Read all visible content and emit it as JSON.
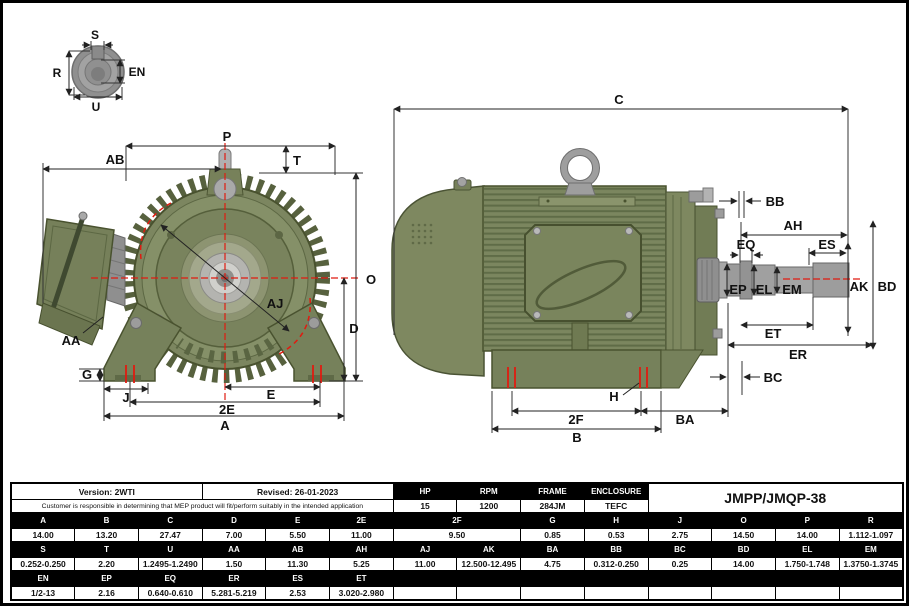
{
  "sheet": {
    "info": {
      "version": "Version: 2WTI",
      "revised": "Revised: 26-01-2023",
      "disclaimer": "Customer is responsible in determining that MEP product will fit/perform suitably in the intended application",
      "spec_headers": [
        "HP",
        "RPM",
        "FRAME",
        "ENCLOSURE"
      ],
      "spec_values": [
        "15",
        "1200",
        "284JM",
        "TEFC"
      ],
      "model": "JMPP/JMQP-38"
    },
    "dims": {
      "r1h": [
        "A",
        "B",
        "C",
        "D",
        "E",
        "2E",
        "2F",
        "G",
        "H",
        "J",
        "O",
        "P",
        "R"
      ],
      "r1v": [
        "14.00",
        "13.20",
        "27.47",
        "7.00",
        "5.50",
        "11.00",
        "9.50",
        "0.85",
        "0.53",
        "2.75",
        "14.50",
        "14.00",
        "1.112-1.097"
      ],
      "r2h": [
        "S",
        "T",
        "U",
        "AA",
        "AB",
        "AH",
        "AJ",
        "AK",
        "BA",
        "BB",
        "BC",
        "BD",
        "EL",
        "EM"
      ],
      "r2v": [
        "0.252-0.250",
        "2.20",
        "1.2495-1.2490",
        "1.50",
        "11.30",
        "5.25",
        "11.00",
        "12.500-12.495",
        "4.75",
        "0.312-0.250",
        "0.25",
        "14.00",
        "1.750-1.748",
        "1.3750-1.3745"
      ],
      "r3h": [
        "EN",
        "EP",
        "EQ",
        "ER",
        "ES",
        "ET"
      ],
      "r3v": [
        "1/2-13",
        "2.16",
        "0.640-0.610",
        "5.281-5.219",
        "2.53",
        "3.020-2.980"
      ]
    }
  },
  "labels": {
    "shaft_end": {
      "s": "S",
      "r": "R",
      "en": "EN",
      "u": "U"
    },
    "front": {
      "p": "P",
      "t": "T",
      "ab": "AB",
      "o": "O",
      "d": "D",
      "aj": "AJ",
      "aa": "AA",
      "g": "G",
      "j": "J",
      "e": "E",
      "e2": "2E",
      "a": "A"
    },
    "side": {
      "c": "C",
      "bb": "BB",
      "ah": "AH",
      "eq": "EQ",
      "es": "ES",
      "ep": "EP",
      "el": "EL",
      "em": "EM",
      "ak": "AK",
      "bd": "BD",
      "et": "ET",
      "er": "ER",
      "bc": "BC",
      "h": "H",
      "f2": "2F",
      "ba": "BA",
      "b": "B"
    }
  },
  "colors": {
    "motor_green": "#7b865f",
    "motor_green_dark": "#49522f",
    "shaft_gray": "#9c9c9c",
    "centerline_red": "#e01b10",
    "table_header_bg": "#000000",
    "table_header_text": "#ffffff"
  }
}
